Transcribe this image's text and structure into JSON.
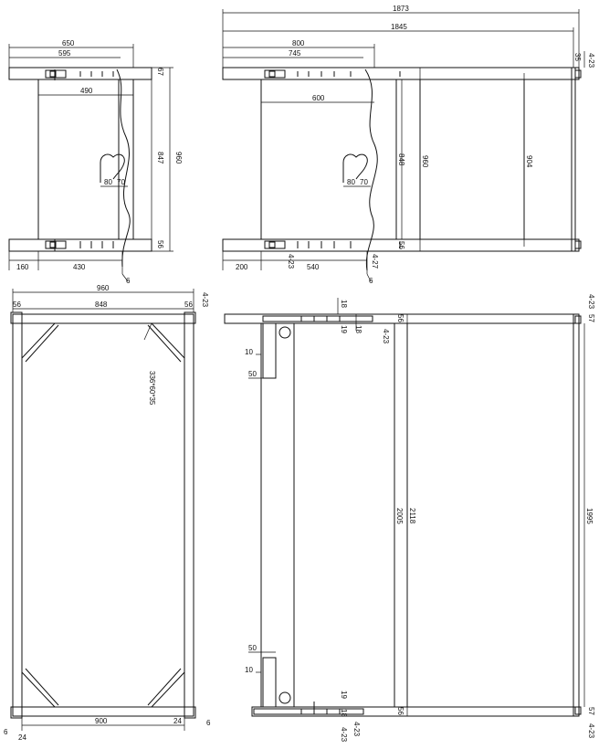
{
  "colors": {
    "ink": "#111111",
    "paper": "#ffffff"
  },
  "views": {
    "top_left": {
      "dims": {
        "w650": "650",
        "w595": "595",
        "w490": "490",
        "h67": "67",
        "h847": "847",
        "h960": "960",
        "w80": "80",
        "w70": "70",
        "h56": "56",
        "w160": "160",
        "w430": "430",
        "t6": "6"
      }
    },
    "top_right": {
      "dims": {
        "w1873": "1873",
        "w1845": "1845",
        "w800": "800",
        "w745": "745",
        "w600": "600",
        "h35": "35",
        "h848": "848",
        "h960": "960",
        "h904": "904",
        "w80": "80",
        "w70": "70",
        "h56": "56",
        "w200": "200",
        "w540": "540",
        "q23": "4-23",
        "q27": "4-27",
        "t6": "6",
        "r23": "4-23"
      }
    },
    "bottom_left": {
      "dims": {
        "w960": "960",
        "w56a": "56",
        "w848": "848",
        "w56b": "56",
        "q23": "4-23",
        "brace": "336*60*35",
        "w900": "900",
        "t6a": "6",
        "t24a": "24",
        "t24b": "24",
        "t6b": "6"
      }
    },
    "bottom_right": {
      "dims": {
        "h18a": "18",
        "h18b": "18",
        "h19a": "19",
        "q23a": "4-23",
        "h56a": "56",
        "w10a": "10",
        "w50a": "50",
        "h2005": "2005",
        "h2118": "2118",
        "h1995": "1995",
        "q23top": "4-23",
        "h57": "57",
        "w50b": "50",
        "w10b": "10",
        "h19b": "19",
        "h18c": "18",
        "q23b": "4-23",
        "q23c": "4-23",
        "h56b": "56",
        "h57b": "57",
        "q23d": "4-23"
      }
    }
  }
}
